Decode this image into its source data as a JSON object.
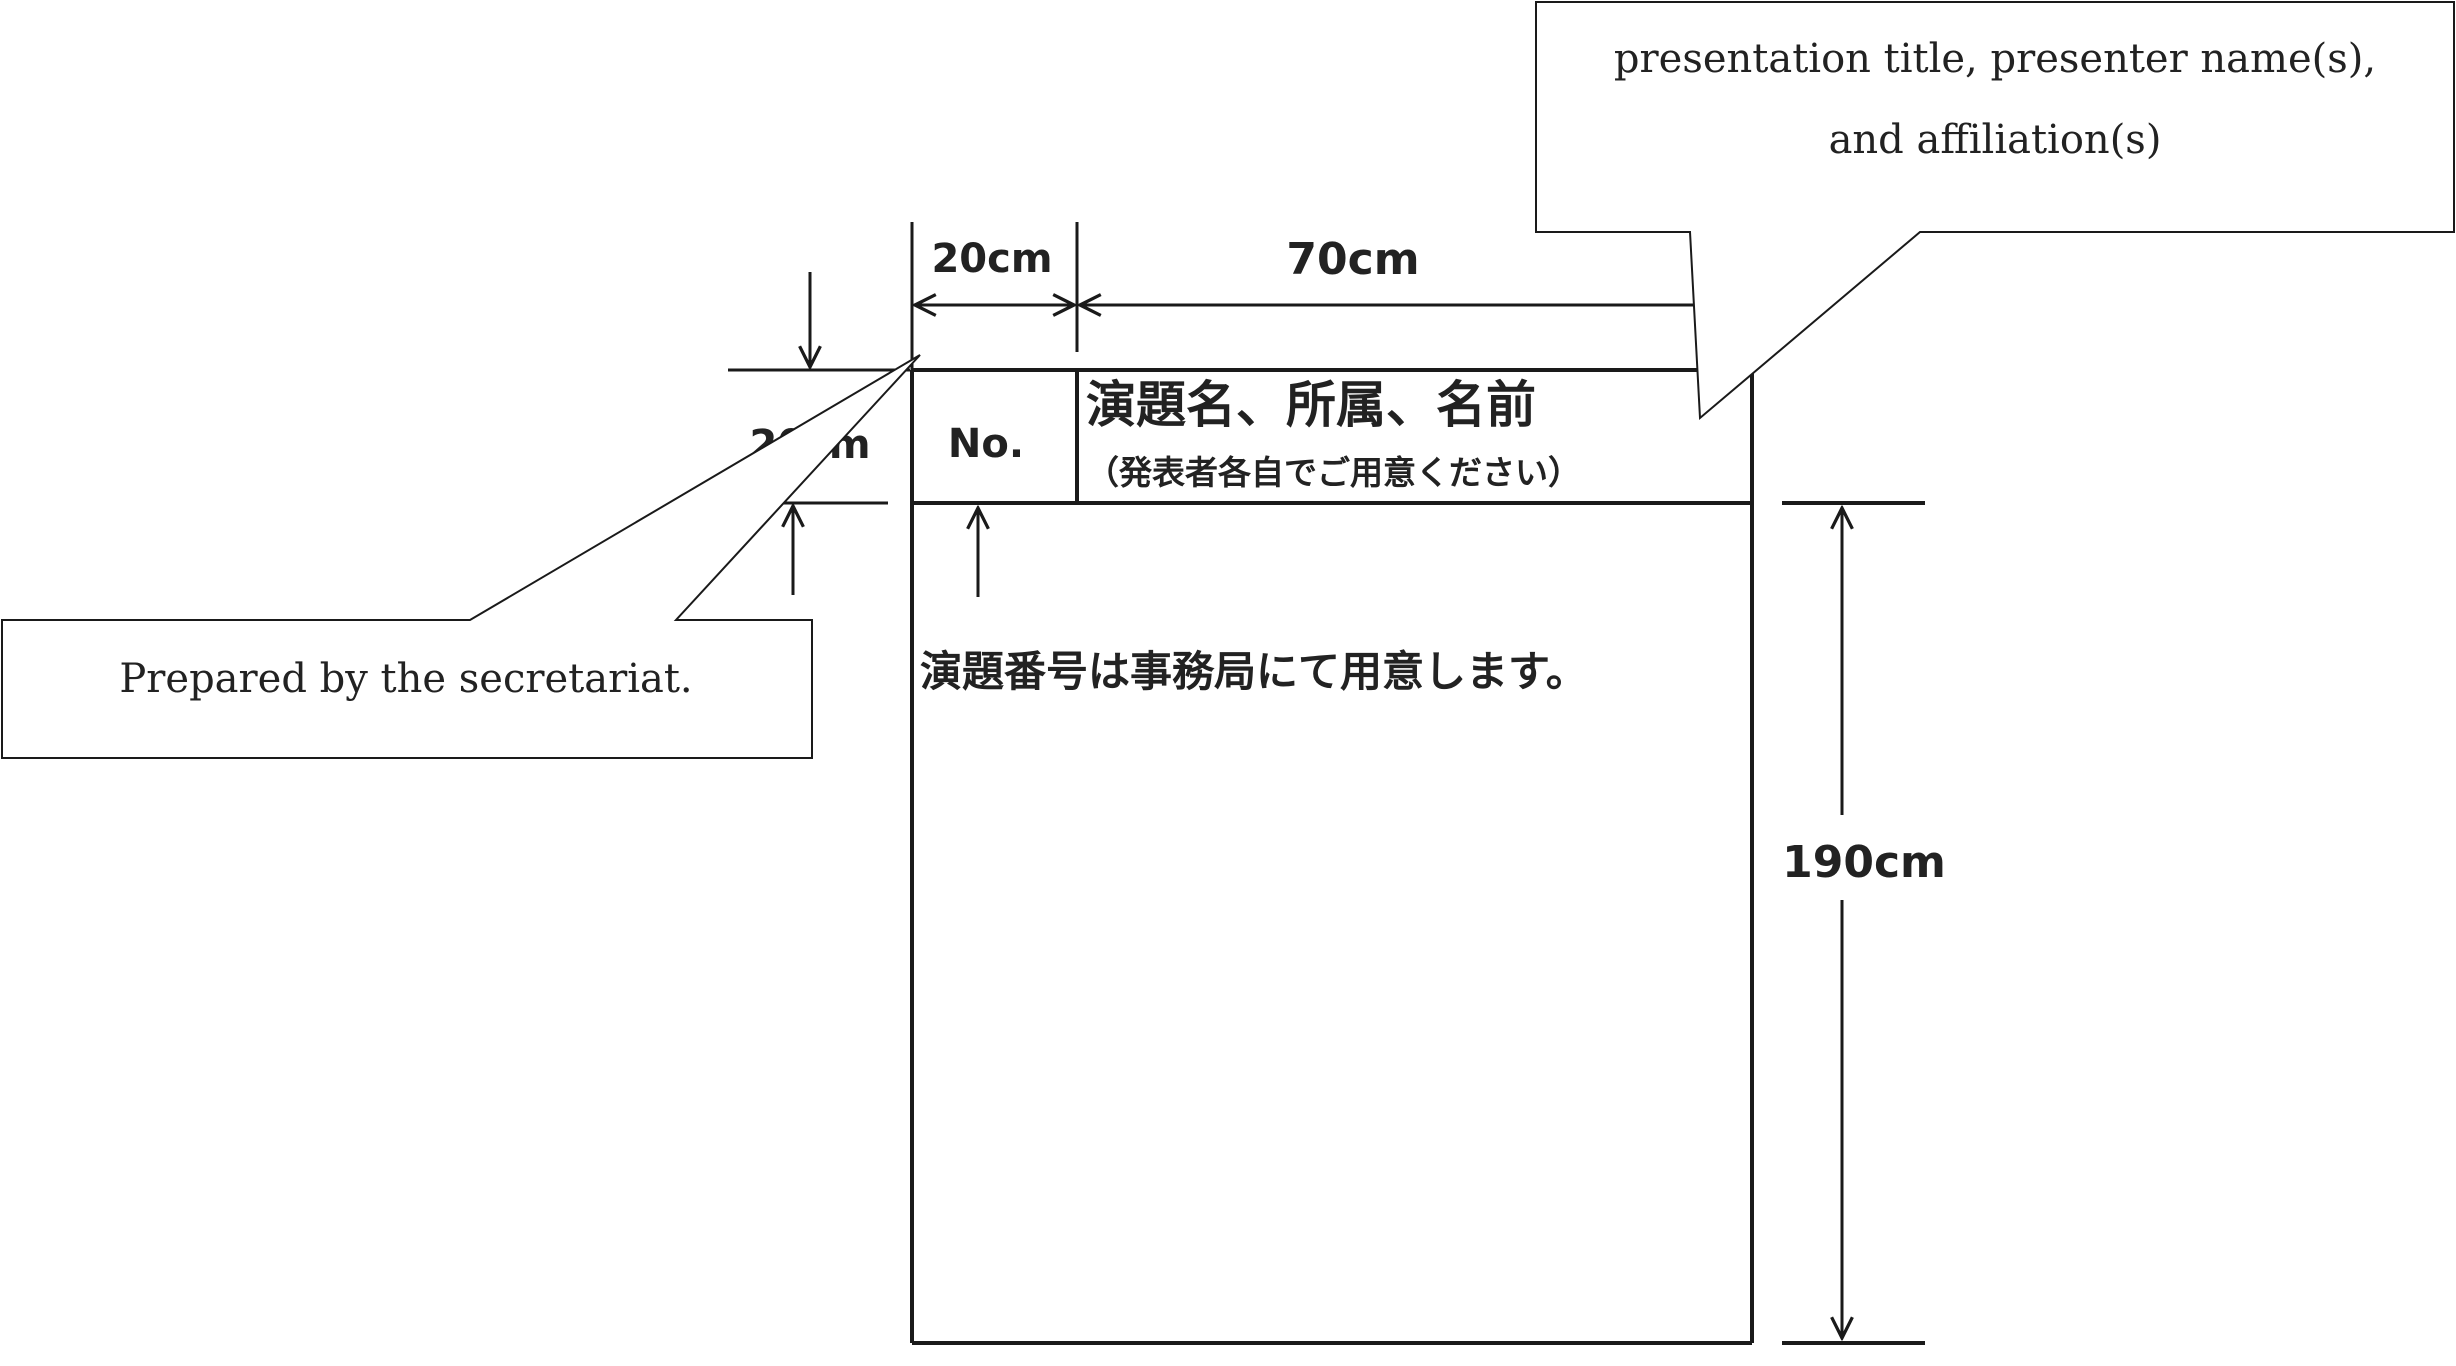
{
  "dimensions": {
    "no_width": "20cm",
    "title_width": "70cm",
    "header_height": "20cm",
    "body_height": "190cm"
  },
  "poster": {
    "no_label": "No.",
    "title_line1": "演題名、所属、名前",
    "title_line2": "（発表者各自でご用意ください）",
    "body_note": "演題番号は事務局にて用意します。"
  },
  "callouts": {
    "title_info": {
      "line1": "presentation title, presenter name(s),",
      "line2": "and affiliation(s)"
    },
    "number_info": "Prepared by the secretariat."
  },
  "colors": {
    "line": "#1a1a1a",
    "text": "#222222",
    "background": "#ffffff"
  }
}
